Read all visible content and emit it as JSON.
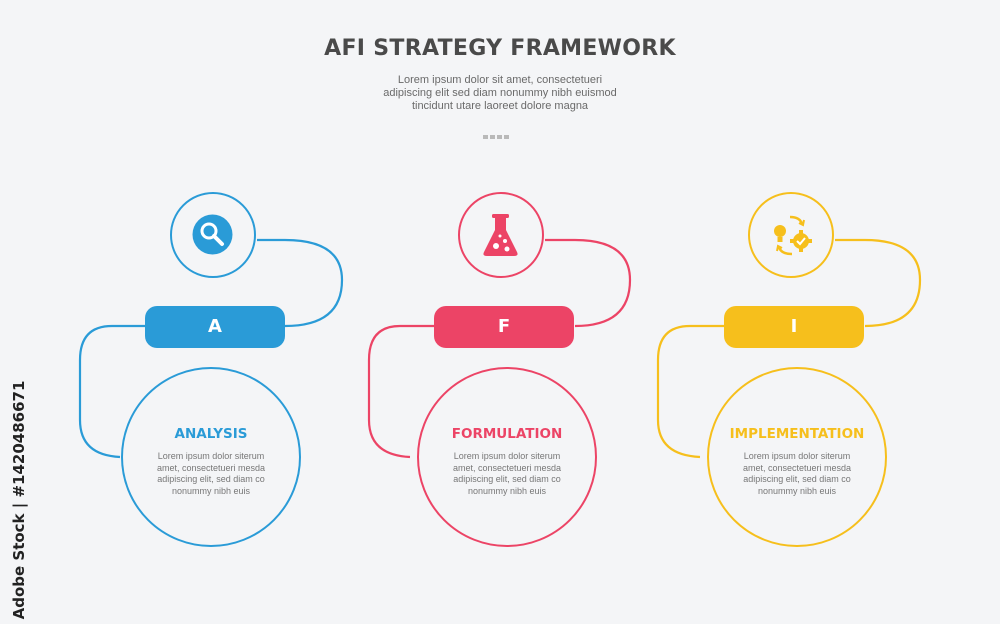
{
  "header": {
    "title": "AFI STRATEGY FRAMEWORK",
    "subtitle_lines": [
      "Lorem ipsum dolor sit amet, consectetueri",
      "adipiscing elit sed diam nonummy nibh euismod",
      "tincidunt utare laoreet dolore magna"
    ]
  },
  "steps": [
    {
      "letter": "A",
      "label": "ANALYSIS",
      "color": "#2a9bd7",
      "icon": "magnifier-icon",
      "body_lines": [
        "Lorem ipsum dolor siterum",
        "amet, consectetueri mesda",
        "adipiscing elit, sed diam co",
        "nonummy nibh euis"
      ]
    },
    {
      "letter": "F",
      "label": "FORMULATION",
      "color": "#ec4466",
      "icon": "flask-icon",
      "body_lines": [
        "Lorem ipsum dolor siterum",
        "amet, consectetueri mesda",
        "adipiscing elit, sed diam co",
        "nonummy nibh euis"
      ]
    },
    {
      "letter": "I",
      "label": "IMPLEMENTATION",
      "color": "#f6bf1c",
      "icon": "idea-gear-cycle-icon",
      "body_lines": [
        "Lorem ipsum dolor siterum",
        "amet, consectetueri mesda",
        "adipiscing elit, sed diam co",
        "nonummy nibh euis"
      ]
    }
  ],
  "watermark": "Adobe Stock | #1420486671"
}
